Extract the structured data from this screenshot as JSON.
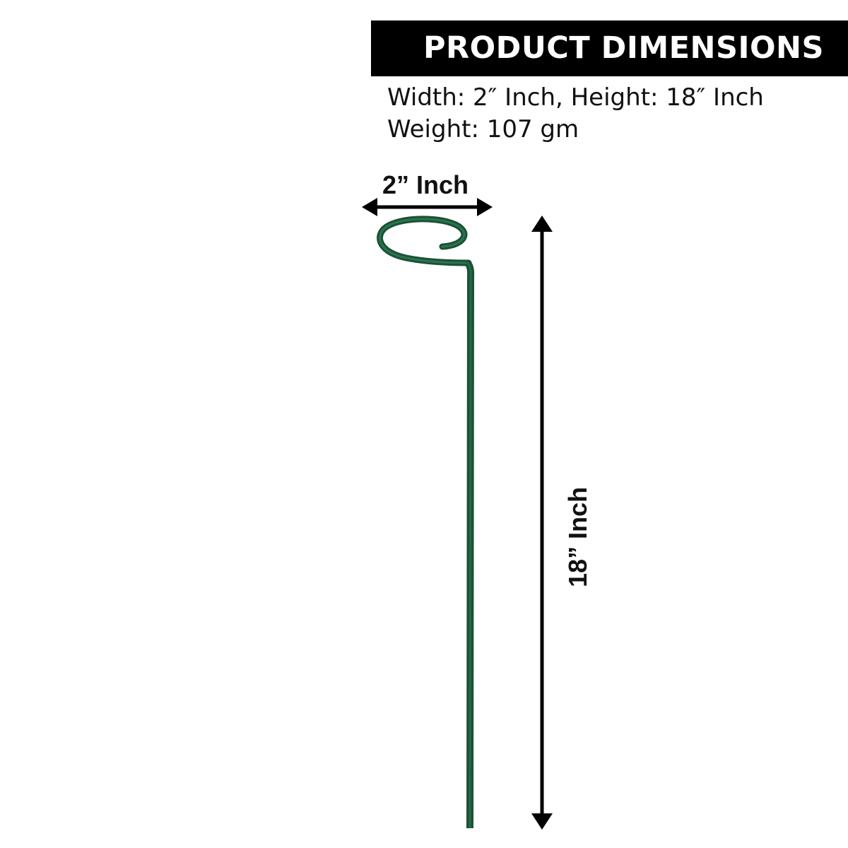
{
  "banner": {
    "title": "PRODUCT DIMENSIONS",
    "background_color": "#000000",
    "text_color": "#ffffff"
  },
  "specs": {
    "line1": "Width: 2″ Inch, Height: 18″ Inch",
    "line2": "Weight: 107 gm"
  },
  "diagram": {
    "width_label": "2” Inch",
    "height_label": "18” Inch",
    "stake_color": "#1f5a3a",
    "arrow_color": "#000000"
  }
}
